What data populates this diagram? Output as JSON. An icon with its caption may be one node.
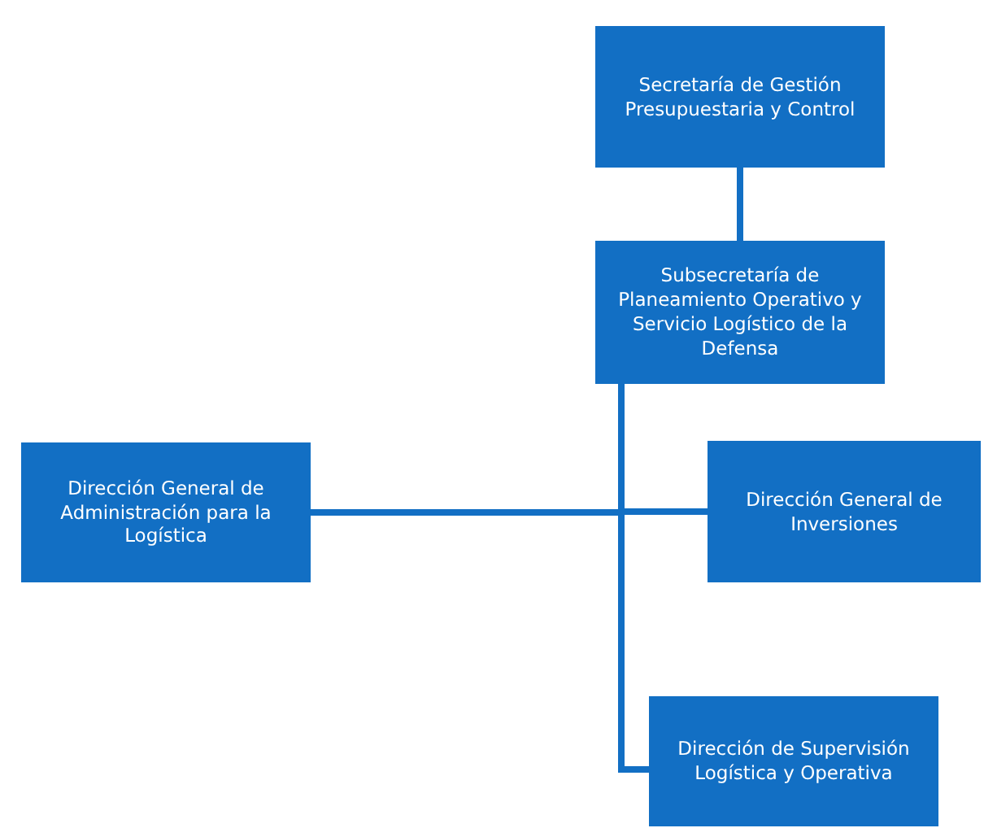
{
  "diagram": {
    "nodes": [
      {
        "text": [
          "Secretaría de Gestión Presupuestaria y Control"
        ]
      },
      {
        "text": [
          "Subsecretaría de Planeamiento Operativo y Servicio Logístico de la Defensa"
        ]
      },
      {
        "text": [
          "Dirección General de Administración para la Logística"
        ]
      },
      {
        "text": [
          "Dirección General de Inversiones"
        ]
      },
      {
        "text": [
          "Dirección de Supervisión Logística y Operativa"
        ]
      }
    ],
    "edges": [
      {
        "from": 0,
        "to": 1,
        "arrow": "none"
      },
      {
        "from": 1,
        "to": 2,
        "arrow": "none"
      },
      {
        "from": 1,
        "to": 3,
        "arrow": "none"
      },
      {
        "from": 1,
        "to": 4,
        "arrow": "none"
      }
    ]
  }
}
